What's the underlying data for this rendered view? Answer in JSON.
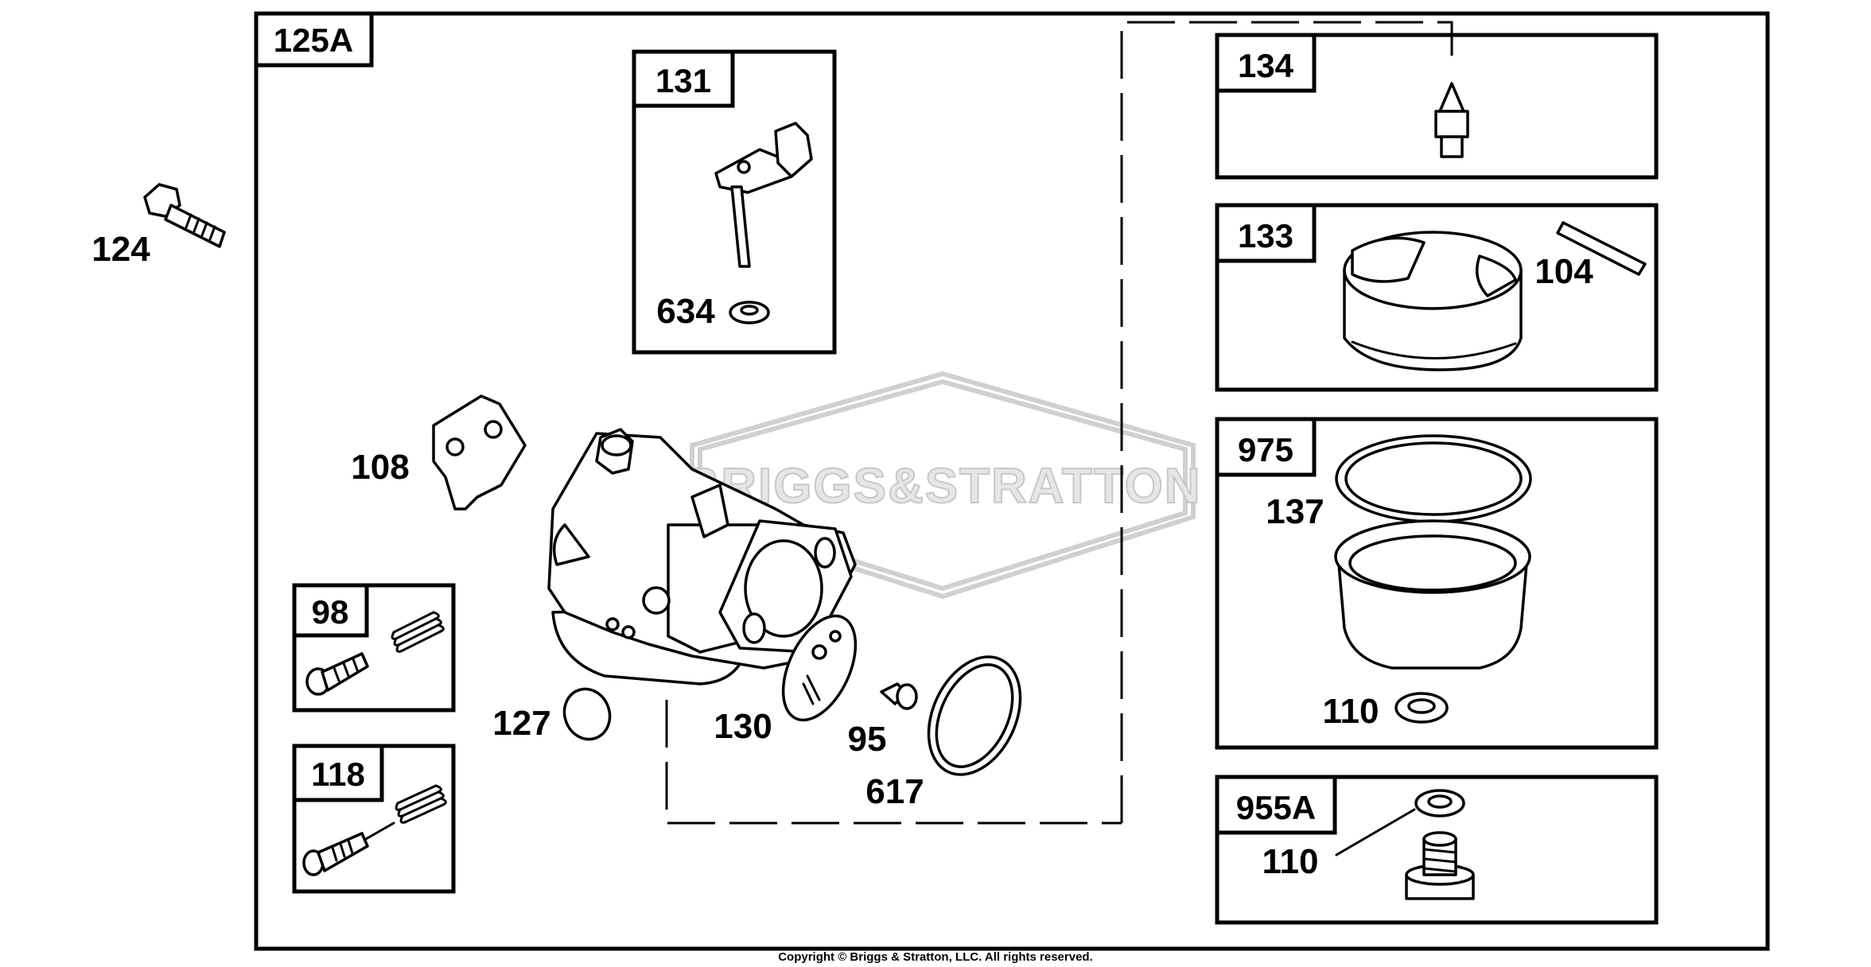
{
  "diagram": {
    "main_assembly": "125A",
    "copyright": "Copyright © Briggs & Stratton, LLC. All rights reserved.",
    "watermark": "BRIGGS&STRATTON",
    "boxes": {
      "b131": {
        "number": "131",
        "callouts": [
          "634"
        ]
      },
      "b98": {
        "number": "98"
      },
      "b118": {
        "number": "118"
      },
      "b134": {
        "number": "134"
      },
      "b133": {
        "number": "133",
        "callouts": [
          "104"
        ]
      },
      "b975": {
        "number": "975",
        "callouts": [
          "137",
          "110"
        ]
      },
      "b955a": {
        "number": "955A",
        "callouts": [
          "110"
        ]
      }
    },
    "callouts": {
      "c124": "124",
      "c108": "108",
      "c127": "127",
      "c130": "130",
      "c95": "95",
      "c617": "617"
    }
  }
}
